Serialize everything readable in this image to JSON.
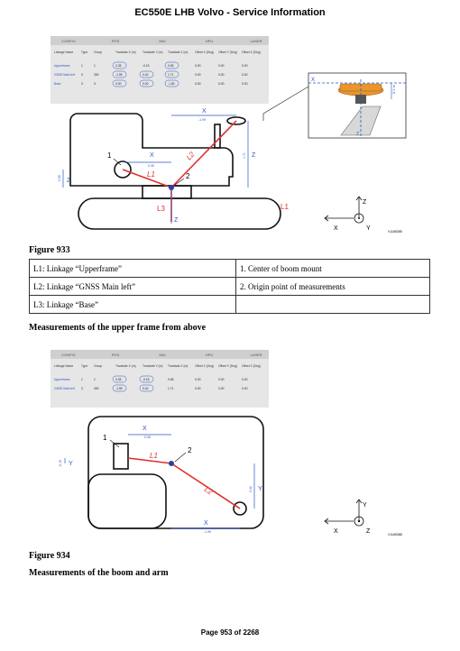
{
  "header": {
    "title": "EC550E LHB Volvo - Service Information"
  },
  "config_tabs": [
    "CONFIG",
    "POS",
    "IMU",
    "HPU",
    "LASER"
  ],
  "config_columns": [
    "Linkage Name",
    "Type",
    "Group",
    "Translate X (m)",
    "Translate Y (m)",
    "Translate Z (m)",
    "Offset X (Deg)",
    "Offset Y (Deg)",
    "Offset Z (Deg)"
  ],
  "figure1": {
    "rows": [
      [
        "Upperframe",
        "1",
        "1",
        "0.35",
        "-0.15",
        "0.55",
        "0.00",
        "0.00",
        "0.00"
      ],
      [
        "GNSS Main left",
        "3",
        "300",
        "-1.99",
        "0.42",
        "1.71",
        "0.00",
        "0.00",
        "0.00"
      ],
      [
        "Base",
        "3",
        "3",
        "0.00",
        "0.00",
        "-1.50",
        "0.00",
        "0.00",
        "0.00"
      ]
    ],
    "labels": {
      "p1": "1",
      "p2": "2",
      "L1": "L1",
      "L2": "L2",
      "L3": "L3",
      "x": "X",
      "z": "Z",
      "y": "Y",
      "dx_top": "-1.99",
      "dx_mid": "0.35",
      "dz_right": "1.71",
      "dz_left": "0.55",
      "dz_inset": "0.1 m",
      "L1_right": "L1",
      "code": "V1165385"
    },
    "caption": "Figure 933"
  },
  "legend_table": [
    [
      "L1: Linkage “Upperframe”",
      "1. Center of boom mount"
    ],
    [
      "L2: Linkage “GNSS Main left”",
      "2. Origin point of measurements"
    ],
    [
      "L3: Linkage “Base”",
      ""
    ]
  ],
  "section_heading_1": "Measurements of the upper frame from above",
  "figure2": {
    "rows": [
      [
        "Upperframe",
        "1",
        "1",
        "0.35",
        "-0.15",
        "0.55",
        "0.00",
        "0.00",
        "0.00"
      ],
      [
        "GNSS Main left",
        "3",
        "300",
        "-1.99",
        "0.42",
        "1.71",
        "0.00",
        "0.00",
        "0.00"
      ]
    ],
    "labels": {
      "p1": "1",
      "p2": "2",
      "L1": "L1",
      "L2": "L2",
      "x": "X",
      "y": "Y",
      "z": "Z",
      "dx_top": "0.35",
      "dx_bottom": "-1.99",
      "dy_left": "-0.15",
      "dy_right": "0.42",
      "code": "V1165388"
    },
    "caption": "Figure 934"
  },
  "section_heading_2": "Measurements of the boom and arm",
  "footer": {
    "page": "Page 953 of 2268"
  },
  "colors": {
    "red_line": "#e03030",
    "table_bg": "#e6e6e6",
    "tab_bg": "#c8c8c8",
    "antenna": "#e8962e"
  }
}
